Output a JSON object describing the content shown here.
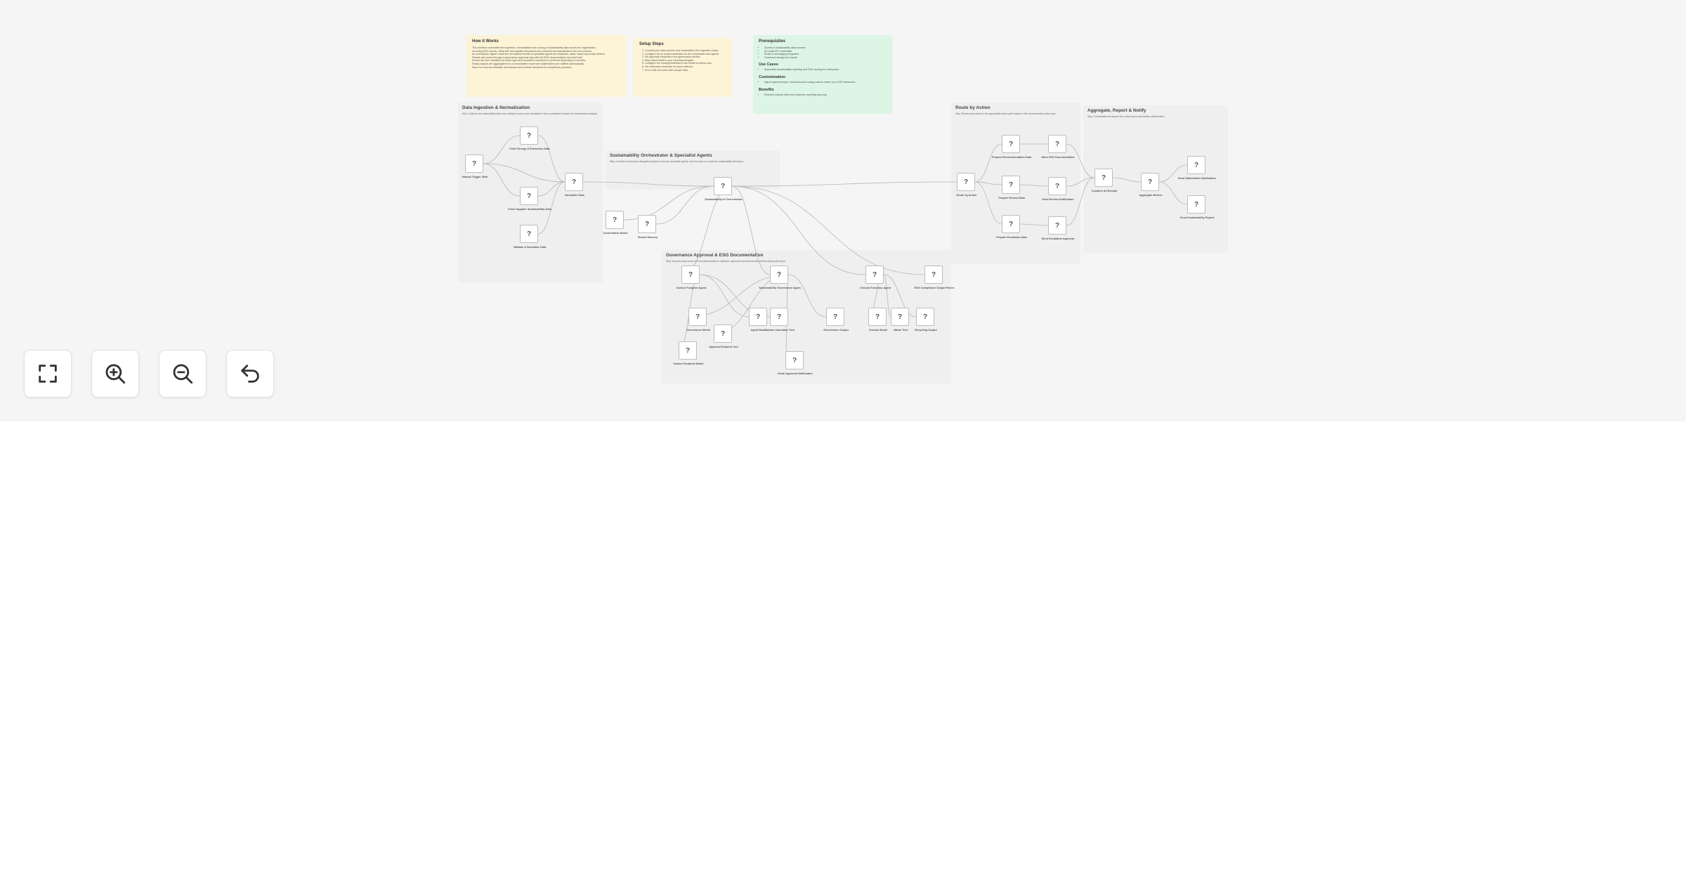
{
  "notes": {
    "how_it_works": {
      "title": "How it Works",
      "lines": [
        "This workflow automates the ingestion, normalization and scoring of sustainability data across the organisation.",
        "Incoming ESG reports, utility bills and supplier disclosures are collected and standardized into one schema.",
        "An orchestrator agent routes the normalized records to specialist agents for emissions, water, waste and social metrics.",
        "Results are routed through a governance approval step with full ESG documentation and audit trail.",
        "Scores are then classified by action type and escalated, scheduled or archived depending on severity.",
        "Finally outputs are aggregated into a consolidated report and stakeholders are notified automatically.",
        "Each run records metadata, timestamps and reviewer decisions for compliance purposes."
      ]
    },
    "setup_steps": {
      "title": "Setup Steps",
      "items": [
        "Connect your data sources and credentials in the ingestion nodes.",
        "Configure the AI model credentials for the orchestrator and agents.",
        "Set approval recipients in the governance section.",
        "Map output fields to your reporting template.",
        "Configure the routing thresholds in the Route by Action step.",
        "Set notification channels for report delivery.",
        "Run a test execution with sample data."
      ]
    },
    "prerequisites": {
      "title": "Prerequisites",
      "items": [
        "Access to sustainability data sources",
        "AI model API credentials",
        "Email or messaging integration",
        "Document storage for reports"
      ],
      "use_cases_title": "Use Cases",
      "use_cases": [
        "Automated sustainability reporting and ESG scoring for enterprises"
      ],
      "customization_title": "Customization",
      "customization": [
        "Adjust agent prompts, thresholds and routing rules to match your ESG framework."
      ],
      "benefits_title": "Benefits",
      "benefits": [
        "Reduces manual effort and improves reporting accuracy"
      ]
    }
  },
  "groups": {
    "ingestion": {
      "title": "Data Ingestion & Normalization",
      "desc": "Why: Collects raw sustainability data from multiple sources and normalizes it into a consistent structure for downstream analysis."
    },
    "orchestrator": {
      "title": "Sustainability Orchestrator & Specialist Agents",
      "desc": "Why: A central orchestrator delegates analysis to domain specialist agents, each focused on a specific sustainability dimension."
    },
    "governance": {
      "title": "Governance Approval & ESG Documentation",
      "desc": "Why: Ensures every score and recommendation is reviewed, approved and documented before being acted upon."
    },
    "route": {
      "title": "Route by Action",
      "desc": "Why: Routes each result to the appropriate action path based on the recommended action type."
    },
    "aggregate": {
      "title": "Aggregate, Report & Notify",
      "desc": "Why: Consolidates all outputs into a final report and notifies stakeholders."
    }
  },
  "nodes": [
    {
      "label": "Manual Trigger Start"
    },
    {
      "label": "Fetch Energy & Emissions Data"
    },
    {
      "label": "Normalize Data"
    },
    {
      "label": "Fetch Supplier Sustainability Data"
    },
    {
      "label": "Validate & Normalize Data"
    },
    {
      "label": "Sustainability AI Orchestrator"
    },
    {
      "label": "Orchestrator Model"
    },
    {
      "label": "Shared Memory"
    },
    {
      "label": "Carbon Footprint Agent"
    },
    {
      "label": "Sustainability Governance Agent"
    },
    {
      "label": "Circular Economy Agent"
    },
    {
      "label": "ESG Compliance Output Parser"
    },
    {
      "label": "Agent Model"
    },
    {
      "label": "Carbon Calculator Tool"
    },
    {
      "label": "Carbon Footprint Model"
    },
    {
      "label": "Governance Model"
    },
    {
      "label": "Approval Request Tool"
    },
    {
      "label": "Email Approval Notification"
    },
    {
      "label": "Governance Output"
    },
    {
      "label": "Circular Model"
    },
    {
      "label": "Waste Tool"
    },
    {
      "label": "Recycling Output"
    },
    {
      "label": "Route by Action"
    },
    {
      "label": "Prepare Recommendation Data"
    },
    {
      "label": "Store ESG Documentation"
    },
    {
      "label": "Prepare Review Data"
    },
    {
      "label": "Send Review Notification"
    },
    {
      "label": "Prepare Escalation Data"
    },
    {
      "label": "Send Escalation Approval"
    },
    {
      "label": "Combine All Results"
    },
    {
      "label": "Aggregate Metrics"
    },
    {
      "label": "Send Stakeholder Notification"
    },
    {
      "label": "Send Sustainability Report"
    }
  ],
  "controls": {
    "fit_view": "fit-view",
    "zoom_in": "zoom-in",
    "zoom_out": "zoom-out",
    "undo": "undo"
  },
  "node_glyph": "?"
}
